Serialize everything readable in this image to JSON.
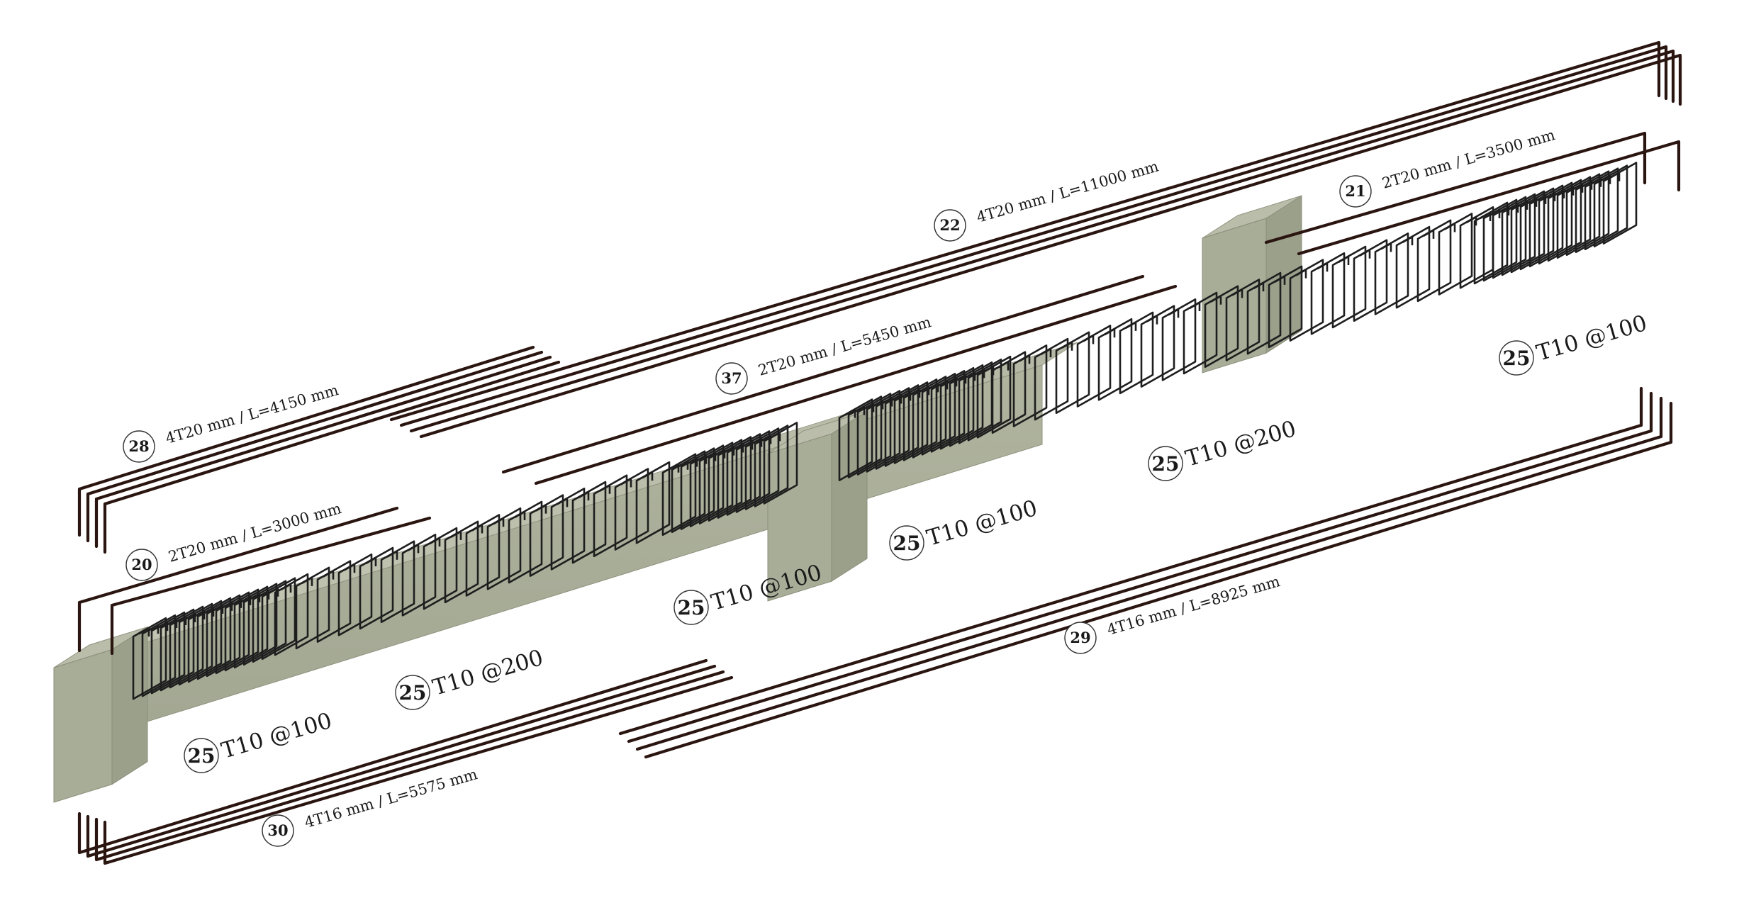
{
  "colors": {
    "concrete_top": "#b9bdaa",
    "concrete_front": "#a8ad98",
    "concrete_side": "#9ba08b",
    "rebar": "#2a1510",
    "stirrup": "#1e1e1e"
  },
  "bar_labels": [
    {
      "mark": "22",
      "text": "4T20 mm /  L=11000 mm"
    },
    {
      "mark": "21",
      "text": "2T20 mm /  L=3500 mm"
    },
    {
      "mark": "37",
      "text": "2T20 mm /  L=5450 mm"
    },
    {
      "mark": "28",
      "text": "4T20 mm /  L=4150 mm"
    },
    {
      "mark": "20",
      "text": "2T20 mm /  L=3000 mm"
    },
    {
      "mark": "29",
      "text": "4T16 mm /  L=8925 mm"
    },
    {
      "mark": "30",
      "text": "4T16 mm /  L=5575 mm"
    }
  ],
  "stirrup_labels": [
    {
      "mark": "25",
      "text": "T10 @100"
    },
    {
      "mark": "25",
      "text": "T10 @200"
    },
    {
      "mark": "25",
      "text": "T10 @100"
    },
    {
      "mark": "25",
      "text": "T10 @100"
    },
    {
      "mark": "25",
      "text": "T10 @200"
    },
    {
      "mark": "25",
      "text": "T10 @100"
    }
  ]
}
